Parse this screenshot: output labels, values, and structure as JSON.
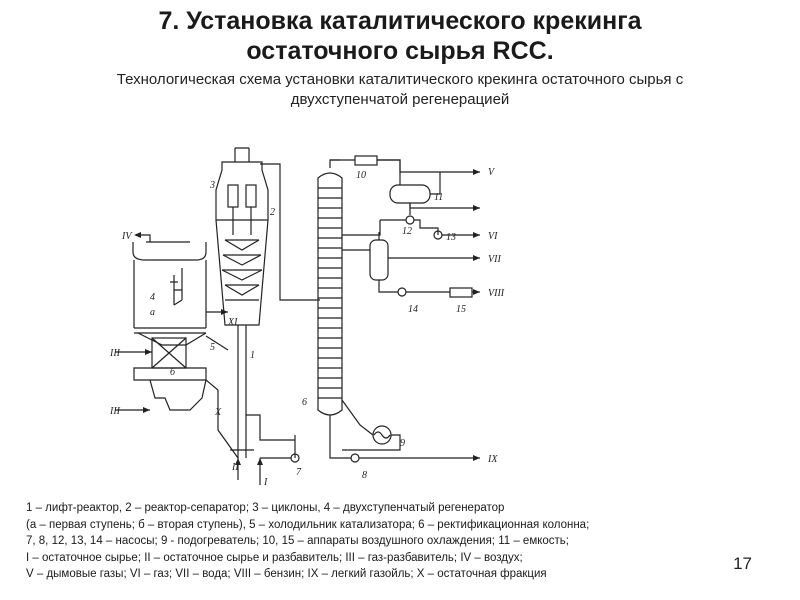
{
  "slide": {
    "title_line1": "7. Установка каталитического крекинга",
    "title_line2": "остаточного сырья RCC.",
    "subtitle_line1": "Технологическая схема установки каталитического крекинга остаточного сырья с",
    "subtitle_line2": "двухступенчатой регенерацией",
    "page_number": "17"
  },
  "diagram": {
    "labels": {
      "n1": "1",
      "n2": "2",
      "n3": "3",
      "n4": "4",
      "n5": "5",
      "n6": "6",
      "n7": "7",
      "n8": "8",
      "n9": "9",
      "n10": "10",
      "n11": "11",
      "n12": "12",
      "n13": "13",
      "n14": "14",
      "n15": "15",
      "a": "а",
      "b": "б",
      "I": "I",
      "II": "II",
      "III_top": "III",
      "III_bot": "III",
      "IV": "IV",
      "V": "V",
      "VI": "VI",
      "VII": "VII",
      "VIII": "VIII",
      "IX": "IX",
      "X": "X",
      "XI": "XI"
    }
  },
  "caption": {
    "line1": "1 – лифт-реактор, 2 – реактор-сепаратор; 3 – циклоны, 4 – двухступенчатый регенератор",
    "line2": "(а – первая ступень; б – вторая ступень),  5 – холодильник катализатора; 6 – ректификационная колонна;",
    "line3": "7, 8, 12, 13, 14 – насосы;  9 - подогреватель; 10, 15 – аппараты воздушного охлаждения; 11 – емкость;",
    "line4": "I – остаточное сырье; II – остаточное сырье и разбавитель; III – газ-разбавитель; IV – воздух;",
    "line5": "V – дымовые газы; VI – газ; VII – вода; VIII – бензин; IX – легкий газойль; X – остаточная фракция"
  }
}
